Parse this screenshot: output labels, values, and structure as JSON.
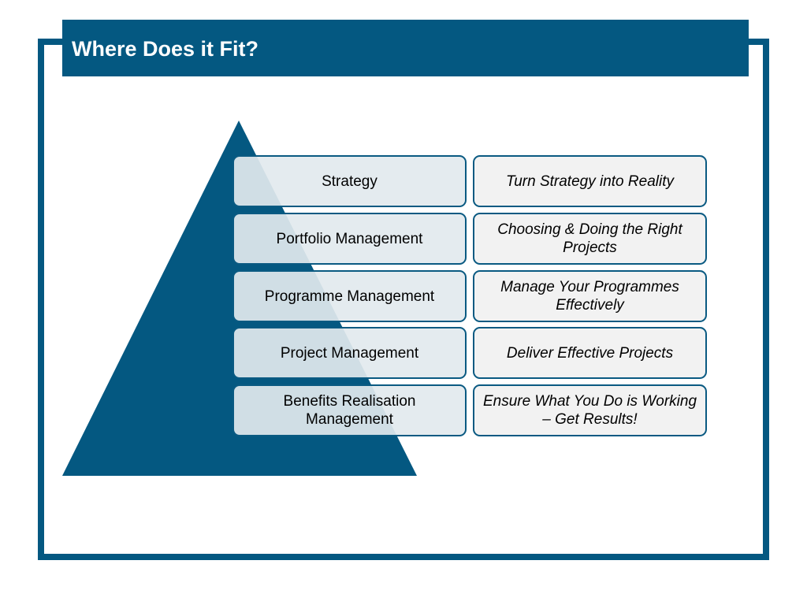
{
  "slide": {
    "title": "Where Does it Fit?"
  },
  "colors": {
    "primary": "#045881",
    "box_border": "#0a5a82",
    "left_box_fill": "#e2e9ee",
    "right_box_fill": "#f2f2f2"
  },
  "levels": [
    {
      "label": "Strategy",
      "description": "Turn Strategy into Reality"
    },
    {
      "label": "Portfolio Management",
      "description": "Choosing & Doing the Right Projects"
    },
    {
      "label": "Programme Management",
      "description": "Manage Your Programmes Effectively"
    },
    {
      "label": "Project Management",
      "description": "Deliver Effective Projects"
    },
    {
      "label": "Benefits Realisation Management",
      "description": "Ensure What You Do is Working – Get Results!"
    }
  ]
}
